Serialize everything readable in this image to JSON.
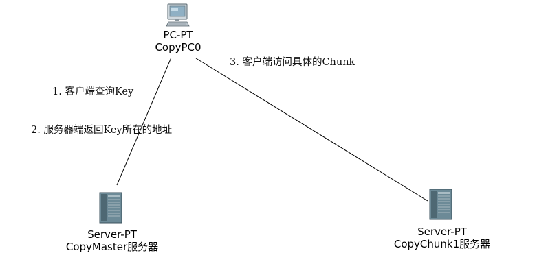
{
  "nodes": {
    "pc": {
      "type_label": "PC-PT",
      "name_label": "CopyPC0",
      "icon": "pc-icon"
    },
    "master": {
      "type_label": "Server-PT",
      "name_label": "CopyMaster服务器",
      "icon": "server-icon"
    },
    "chunk": {
      "type_label": "Server-PT",
      "name_label": "CopyChunk1服务器",
      "icon": "server-icon"
    }
  },
  "annotations": {
    "step1": "1. 客户端查询Key",
    "step2": "2. 服务器端返回Key所在的地址",
    "step3": "3. 客户端访问具体的Chunk"
  },
  "colors": {
    "background": "#ffffff",
    "link": "#000000",
    "server_body": "#6e8a96",
    "server_dark": "#3d555f",
    "pc_screen": "#9fb8c8",
    "pc_body": "#c9d2d8"
  }
}
